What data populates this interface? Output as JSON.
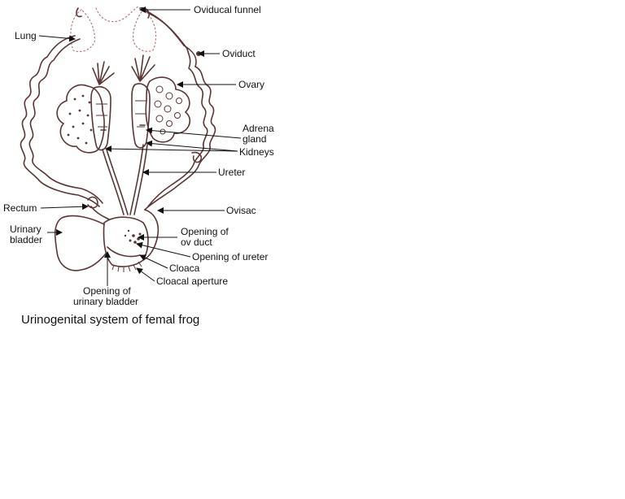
{
  "diagram": {
    "caption": "Urinogenital system of femal frog",
    "labels": {
      "oviducal_funnel": "Oviducal funnel",
      "lung": "Lung",
      "oviduct": "Oviduct",
      "ovary": "Ovary",
      "adrenal_line1": "Adrena",
      "adrenal_line2": "gland",
      "kidneys": "Kidneys",
      "ureter": "Ureter",
      "rectum": "Rectum",
      "ovisac": "Ovisac",
      "urinary_bladder_line1": "Urinary",
      "urinary_bladder_line2": "bladder",
      "opening_oviduct_line1": "Opening of",
      "opening_oviduct_line2": "ov duct",
      "opening_ureter": "Opening of ureter",
      "cloaca": "Cloaca",
      "cloacal_aperture": "Cloacal aperture",
      "opening_bladder_line1": "Opening of",
      "opening_bladder_line2": "urinary bladder"
    },
    "colors": {
      "outline": "#5a3636",
      "text": "#111111",
      "background": "#ffffff"
    }
  }
}
